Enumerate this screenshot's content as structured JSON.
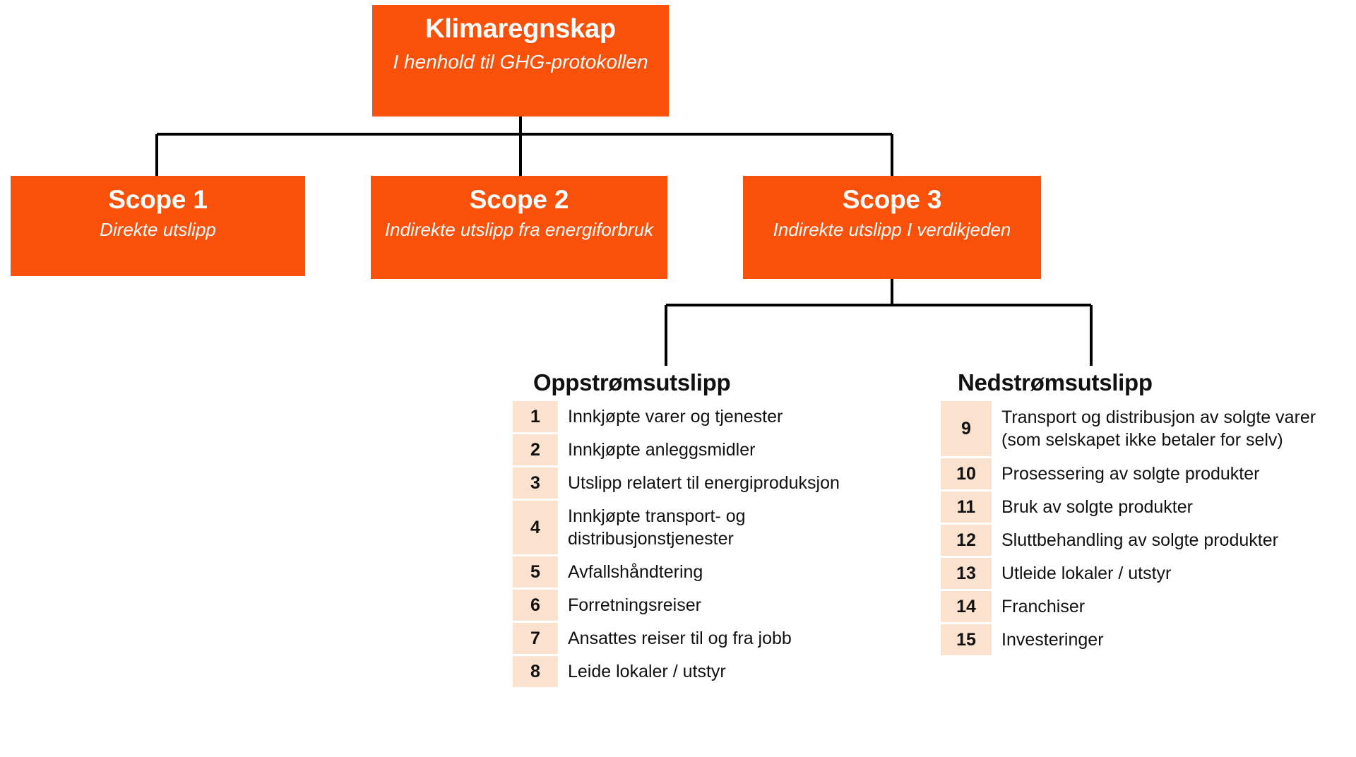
{
  "colors": {
    "box_orange": "#f9500a",
    "badge_peach": "#fbe2ce",
    "connector_black": "#000000",
    "text_on_orange": "#ffffff",
    "text_dark": "#111111",
    "background": "#ffffff"
  },
  "root": {
    "title": "Klimaregnskap",
    "subtitle": "I henhold til GHG-protokollen"
  },
  "scopes": [
    {
      "title": "Scope 1",
      "subtitle": "Direkte utslipp"
    },
    {
      "title": "Scope 2",
      "subtitle": "Indirekte utslipp fra energiforbruk"
    },
    {
      "title": "Scope 3",
      "subtitle": "Indirekte utslipp I verdikjeden"
    }
  ],
  "upstream": {
    "header": "Oppstrømsutslipp",
    "items": [
      {
        "number": "1",
        "label": "Innkjøpte varer og tjenester"
      },
      {
        "number": "2",
        "label": "Innkjøpte anleggsmidler"
      },
      {
        "number": "3",
        "label": "Utslipp relatert til energiproduksjon"
      },
      {
        "number": "4",
        "label": "Innkjøpte transport- og distribusjonstjenester"
      },
      {
        "number": "5",
        "label": "Avfallshåndtering"
      },
      {
        "number": "6",
        "label": "Forretningsreiser"
      },
      {
        "number": "7",
        "label": "Ansattes reiser til og fra jobb"
      },
      {
        "number": "8",
        "label": "Leide lokaler / utstyr"
      }
    ]
  },
  "downstream": {
    "header": "Nedstrømsutslipp",
    "items": [
      {
        "number": "9",
        "label": "Transport og distribusjon av solgte varer\n(som selskapet ikke betaler for selv)"
      },
      {
        "number": "10",
        "label": "Prosessering av solgte produkter"
      },
      {
        "number": "11",
        "label": "Bruk av solgte produkter"
      },
      {
        "number": "12",
        "label": "Sluttbehandling av solgte produkter"
      },
      {
        "number": "13",
        "label": "Utleide lokaler / utstyr"
      },
      {
        "number": "14",
        "label": "Franchiser"
      },
      {
        "number": "15",
        "label": "Investeringer"
      }
    ]
  }
}
